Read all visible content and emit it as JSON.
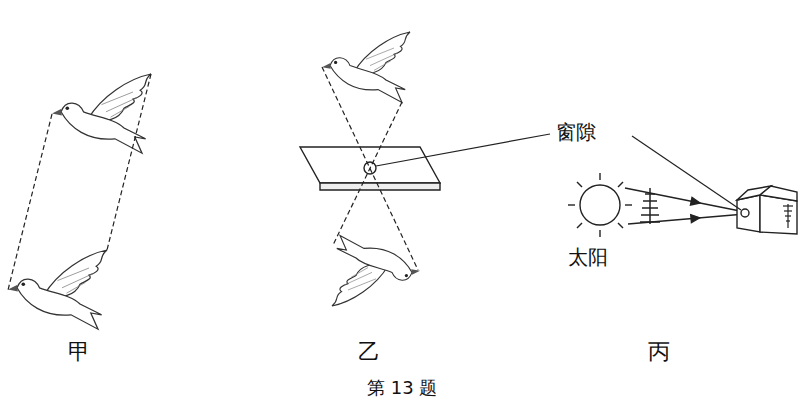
{
  "diagram": {
    "caption": "第 13 题",
    "labels": [
      "窗隙",
      "太阳",
      "甲",
      "乙",
      "丙"
    ]
  }
}
